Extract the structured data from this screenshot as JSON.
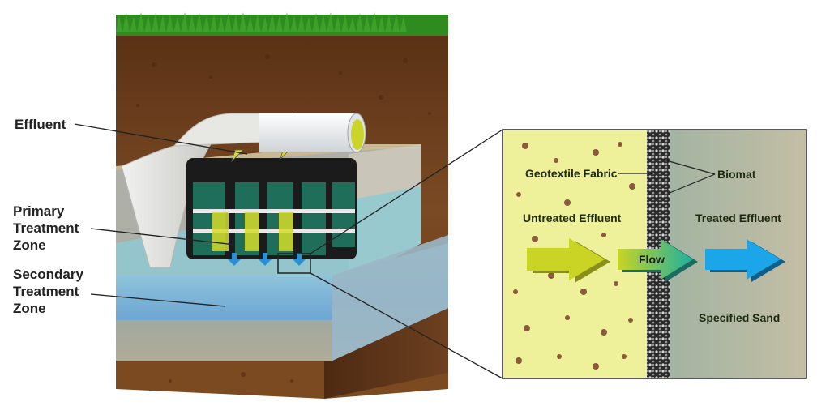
{
  "callouts": {
    "effluent": "Effluent",
    "primary": [
      "Primary",
      "Treatment",
      "Zone"
    ],
    "secondary": [
      "Secondary",
      "Treatment",
      "Zone"
    ]
  },
  "detail": {
    "geotextile": "Geotextile Fabric",
    "biomat": "Biomat",
    "untreated": "Untreated Effluent",
    "treated": "Treated Effluent",
    "flow": "Flow",
    "sand": "Specified Sand"
  },
  "colors": {
    "grass": "#2f8a1f",
    "topsoil": "#6a3d1c",
    "subsoil": "#7a4a24",
    "sand": "#a9a39a",
    "water": "#7fb7d3",
    "module_green": "#1f6e5a",
    "module_black": "#1b1b1b",
    "yellow_zone": "#eef09a",
    "treated_zone": "#8fb0a6",
    "yellow_arrow": "#c9d424",
    "blue_arrow": "#1aa6e8"
  }
}
